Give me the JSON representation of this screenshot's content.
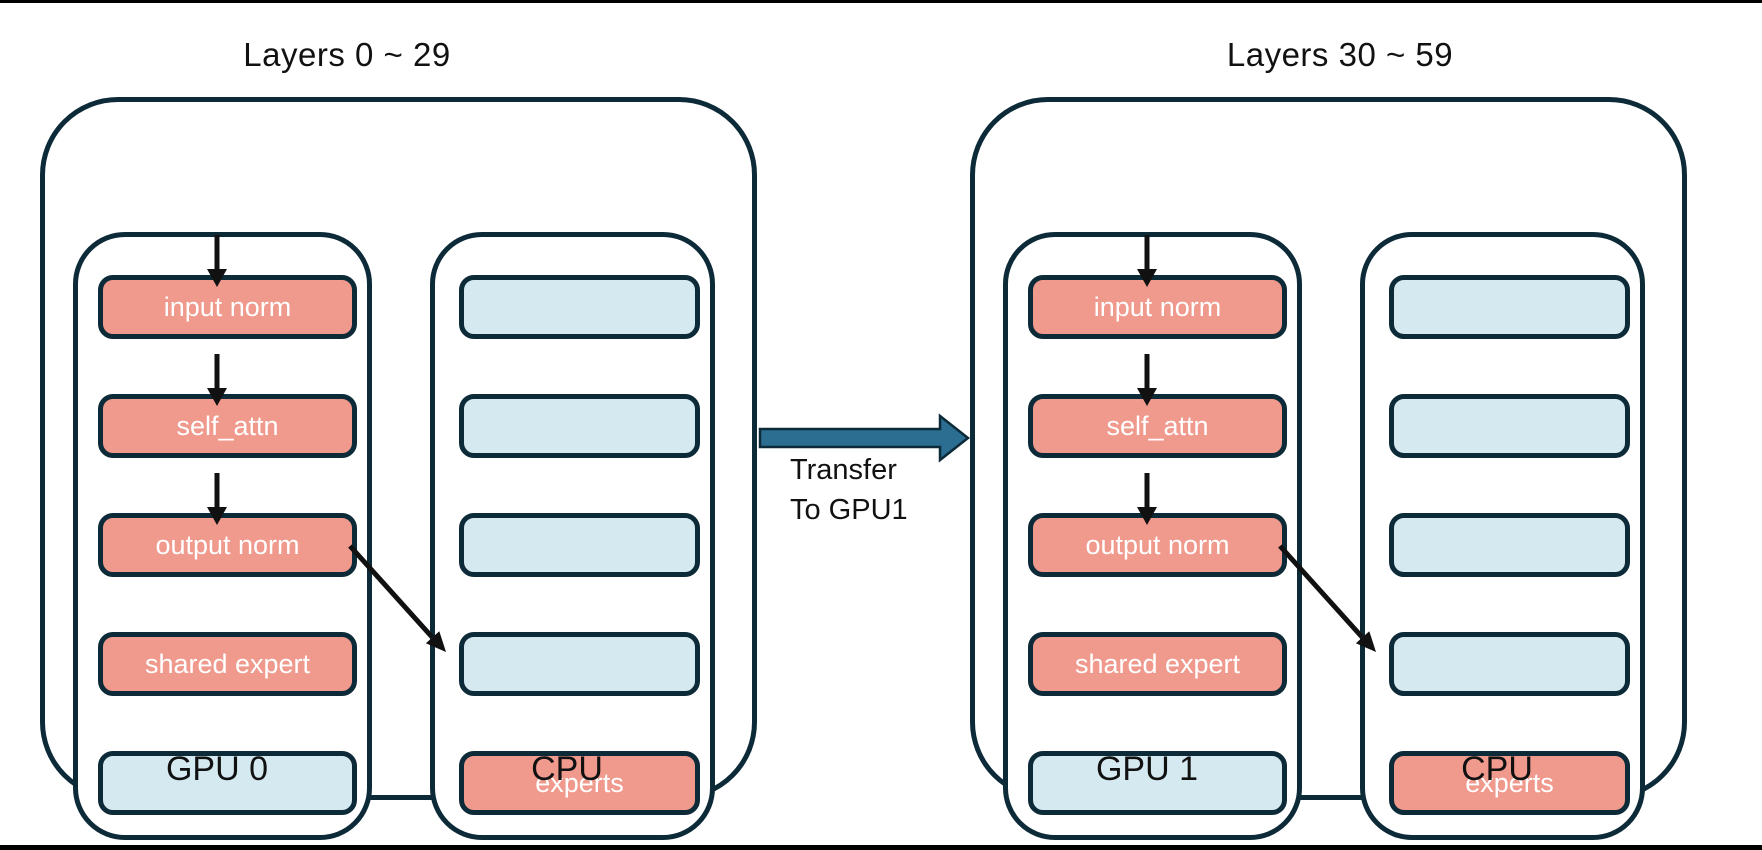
{
  "colors": {
    "border_navy": "#0D2A38",
    "box_active": "#F0998D",
    "box_idle": "#D5E9F0",
    "transfer_arrow": "#2B6E92",
    "edge_line": "#000000",
    "text_dark": "#111111"
  },
  "diagrams": [
    {
      "title": "Layers 0 ~ 29",
      "gpu": {
        "label": "GPU 0",
        "boxes": [
          {
            "label": "input norm",
            "type": "active"
          },
          {
            "label": "self_attn",
            "type": "active"
          },
          {
            "label": "output norm",
            "type": "active"
          },
          {
            "label": "shared expert",
            "type": "active"
          },
          {
            "label": "",
            "type": "idle"
          }
        ]
      },
      "cpu": {
        "label": "CPU",
        "boxes": [
          {
            "label": "",
            "type": "idle"
          },
          {
            "label": "",
            "type": "idle"
          },
          {
            "label": "",
            "type": "idle"
          },
          {
            "label": "",
            "type": "idle"
          },
          {
            "label": "experts",
            "type": "active"
          }
        ]
      }
    },
    {
      "title": "Layers 30 ~ 59",
      "gpu": {
        "label": "GPU 1",
        "boxes": [
          {
            "label": "input norm",
            "type": "active"
          },
          {
            "label": "self_attn",
            "type": "active"
          },
          {
            "label": "output norm",
            "type": "active"
          },
          {
            "label": "shared expert",
            "type": "active"
          },
          {
            "label": "",
            "type": "idle"
          }
        ]
      },
      "cpu": {
        "label": "CPU",
        "boxes": [
          {
            "label": "",
            "type": "idle"
          },
          {
            "label": "",
            "type": "idle"
          },
          {
            "label": "",
            "type": "idle"
          },
          {
            "label": "",
            "type": "idle"
          },
          {
            "label": "experts",
            "type": "active"
          }
        ]
      }
    }
  ],
  "transfer": {
    "line1": "Transfer",
    "line2": "To GPU1"
  }
}
